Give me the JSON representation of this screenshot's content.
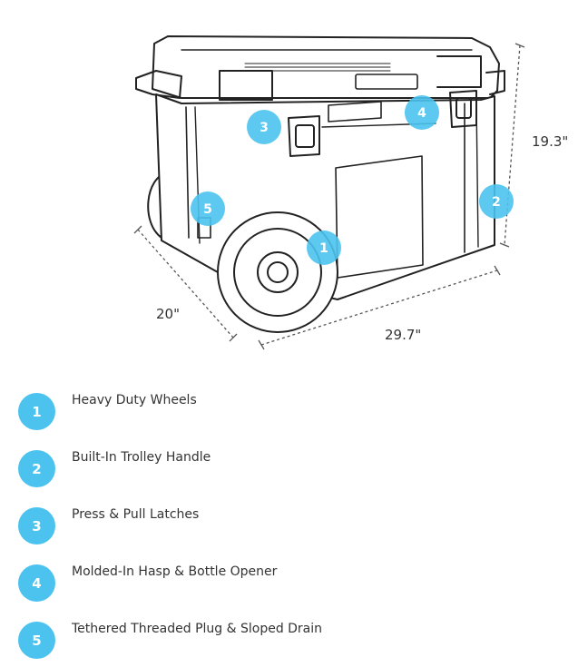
{
  "colors": {
    "accent": "#4BC3EE",
    "line": "#222222",
    "text": "#333333"
  },
  "dimensions": {
    "depth": "20\"",
    "width": "29.7\"",
    "height": "19.3\""
  },
  "callouts": [
    {
      "number": "1",
      "label": "Heavy Duty Wheels"
    },
    {
      "number": "2",
      "label": "Built-In Trolley Handle"
    },
    {
      "number": "3",
      "label": "Press & Pull Latches"
    },
    {
      "number": "4",
      "label": "Molded-In Hasp & Bottle Opener"
    },
    {
      "number": "5",
      "label": "Tethered Threaded Plug & Sloped Drain"
    }
  ]
}
